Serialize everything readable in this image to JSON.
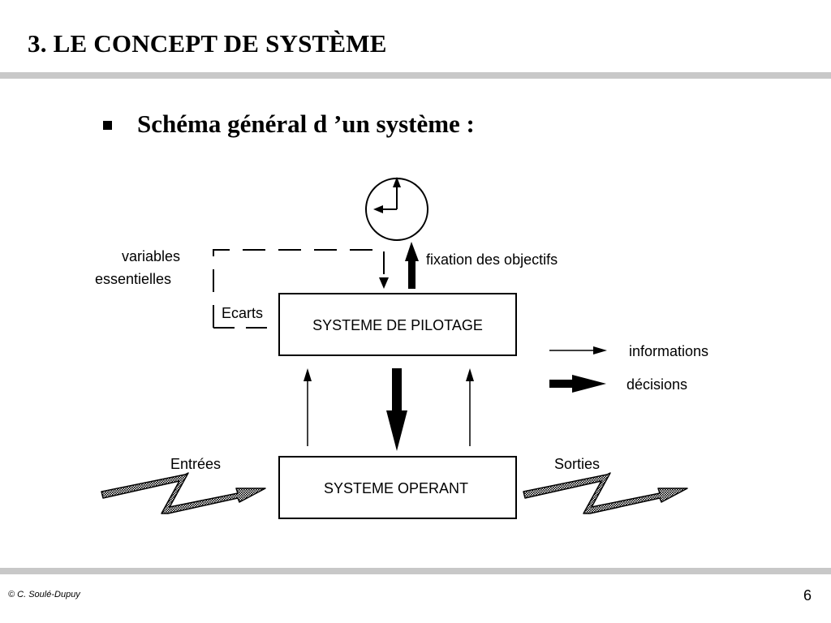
{
  "header": {
    "title": "3. LE CONCEPT DE SYSTÈME"
  },
  "bullet": {
    "text": "Schéma général d ’un système :"
  },
  "diagram": {
    "labels": {
      "variables": "variables",
      "essentielles": "essentielles",
      "ecarts": "Ecarts",
      "fixation": "fixation des objectifs",
      "pilotage": "SYSTEME DE PILOTAGE",
      "operant": "SYSTEME OPERANT",
      "entrees": "Entrées",
      "sorties": "Sorties"
    },
    "legend": {
      "informations": "informations",
      "decisions": "décisions"
    }
  },
  "footer": {
    "copyright": "© C. Soulé-Dupuy",
    "page": "6"
  }
}
